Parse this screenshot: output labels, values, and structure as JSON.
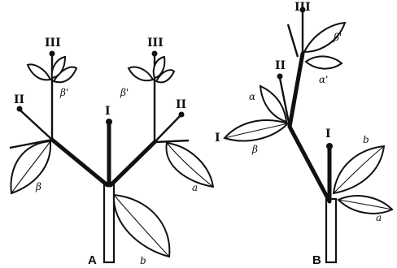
{
  "figure": {
    "panel_a": {
      "panel_label": "A",
      "orders": {
        "first": "I",
        "second_left": "II",
        "second_right": "II",
        "third_left": "III",
        "third_right": "III"
      },
      "leaves": {
        "a": "a",
        "b": "b",
        "beta": "β",
        "beta_prime_left": "β'",
        "beta_prime_right": "β'"
      }
    },
    "panel_b": {
      "panel_label": "B",
      "orders": {
        "first": "I",
        "second": "II",
        "third": "III",
        "side_first": "I"
      },
      "leaves": {
        "a": "a",
        "b": "b",
        "alpha": "α",
        "alpha_prime": "α'",
        "beta": "β",
        "beta_prime": "β'"
      }
    }
  }
}
